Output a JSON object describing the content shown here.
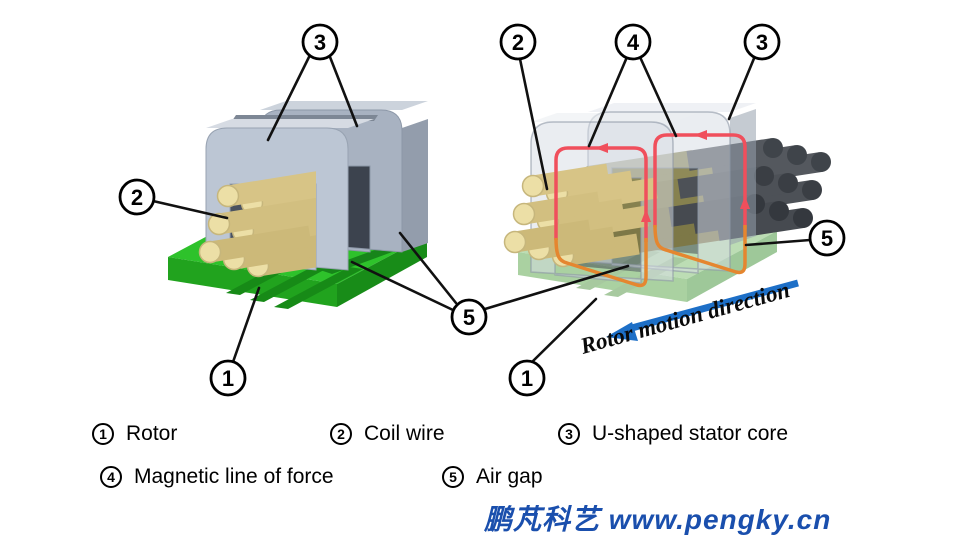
{
  "diagram": {
    "markers": [
      {
        "n": "3"
      },
      {
        "n": "2"
      },
      {
        "n": "1"
      },
      {
        "n": "5"
      },
      {
        "n": "2"
      },
      {
        "n": "4"
      },
      {
        "n": "3"
      },
      {
        "n": "1"
      },
      {
        "n": "5"
      }
    ],
    "motion_label": "Rotor motion direction"
  },
  "legend": {
    "items": [
      {
        "num": "1",
        "label": "Rotor"
      },
      {
        "num": "2",
        "label": "Coil wire"
      },
      {
        "num": "3",
        "label": "U-shaped stator core"
      },
      {
        "num": "4",
        "label": "Magnetic line of force"
      },
      {
        "num": "5",
        "label": "Air gap"
      }
    ]
  },
  "watermark": {
    "text": "鹏芃科艺 www.pengky.cn"
  },
  "colors": {
    "rotor_green_top": "#2ec22b",
    "rotor_green_front": "#21a31e",
    "rotor_green_side": "#188c18",
    "rotor_translucent": "#b9dcb0",
    "stator_gray": "#bcc6d4",
    "coil_tan": "#d7c486",
    "field_line_red": "#f04f5c",
    "field_line_orange": "#e5862f",
    "arrow_blue": "#1d6fc7",
    "watermark_blue": "#1a4fad"
  }
}
